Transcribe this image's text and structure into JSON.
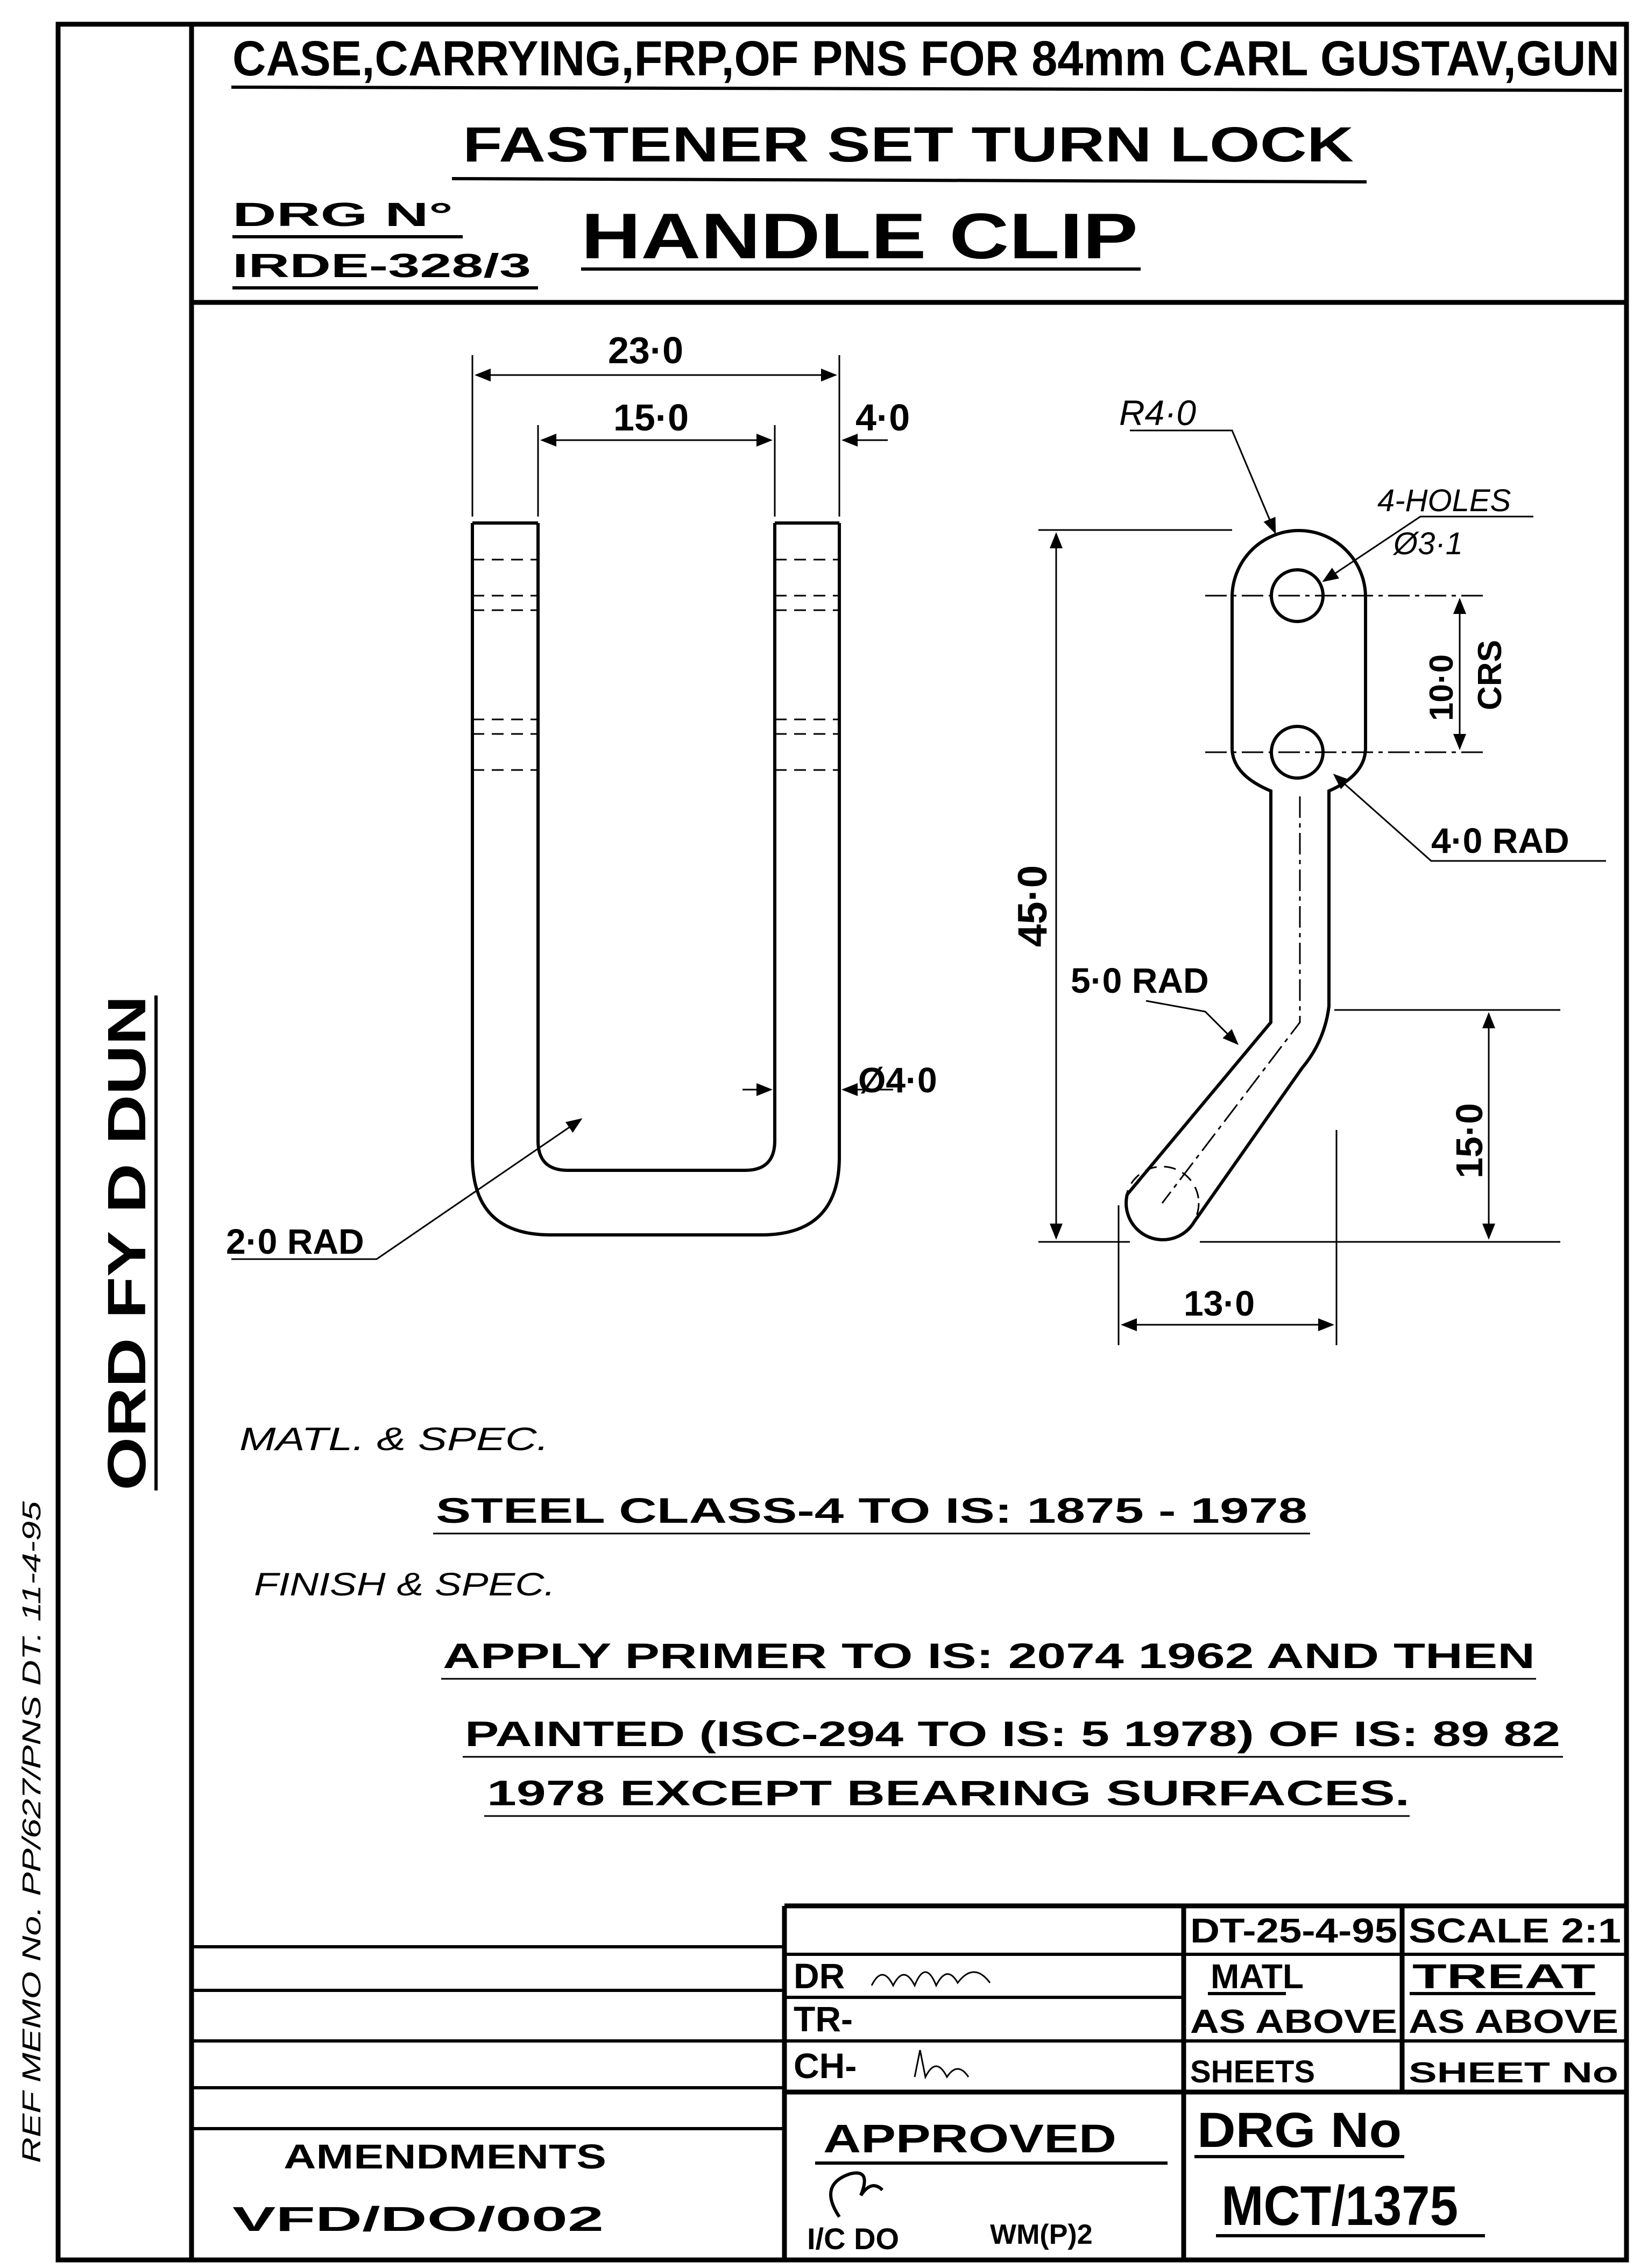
{
  "header": {
    "line1": "CASE,CARRYING,FRP,OF PNS FOR 84mm CARL GUSTAV,GUN",
    "line2": "FASTENER SET TURN LOCK",
    "drg_label": "DRG N°",
    "drg_ref": "IRDE-328/3",
    "part_name": "HANDLE CLIP"
  },
  "side_text": {
    "factory": "ORD FY D DUN",
    "ref_memo": "REF MEMO No. PP/627/PNS DT. 11-4-95"
  },
  "dimensions": {
    "overall_width": "23·0",
    "inner_width": "15·0",
    "wire_thk": "4·0",
    "wire_dia": "Ø4·0",
    "bend_rad": "2·0 RAD",
    "r_top": "R4·0",
    "holes": "4-HOLES",
    "hole_dia": "Ø3·1",
    "centers": "10·0",
    "crs": "CRS",
    "rad_4": "4·0 RAD",
    "height": "45·0",
    "rad_5": "5·0 RAD",
    "offset_h": "15·0",
    "offset_w": "13·0"
  },
  "notes": {
    "matl_label": "MATL. & SPEC.",
    "matl_value": "STEEL CLASS-4 TO IS: 1875 - 1978",
    "finish_label": "FINISH & SPEC.",
    "finish_line1": "APPLY PRIMER TO IS: 2074 1962 AND THEN",
    "finish_line2": "PAINTED (ISC-294 TO IS: 5 1978) OF IS: 89 82",
    "finish_line3": "1978 EXCEPT BEARING SURFACES."
  },
  "title_block": {
    "date": "DT-25-4-95",
    "scale": "SCALE 2:1",
    "dr": "DR",
    "tr": "TR-",
    "ch": "CH-",
    "matl": "MATL",
    "treat": "TREAT",
    "matl_value": "AS ABOVE",
    "treat_value": "AS ABOVE",
    "sheets": "SHEETS",
    "sheet_no": "SHEET No",
    "approved": "APPROVED",
    "approver": "I/C DO",
    "approver_section": "WM(P)2",
    "drg_label": "DRG No",
    "drg_no": "MCT/1375",
    "amendments": "AMENDMENTS",
    "amendment_ref": "VFD/DO/002"
  }
}
